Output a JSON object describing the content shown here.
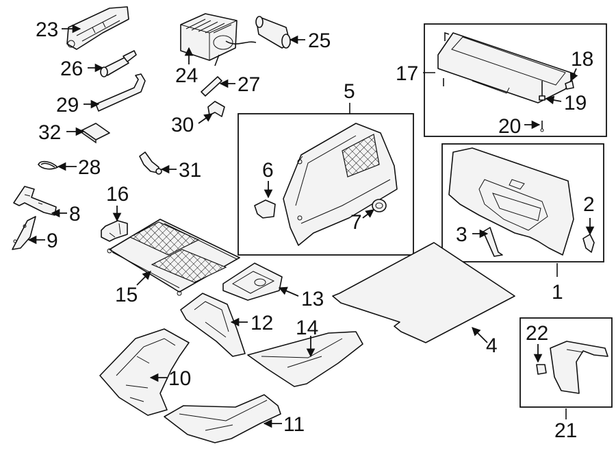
{
  "labels": {
    "l1": "1",
    "l2": "2",
    "l3": "3",
    "l4": "4",
    "l5": "5",
    "l6": "6",
    "l7": "7",
    "l8": "8",
    "l9": "9",
    "l10": "10",
    "l11": "11",
    "l12": "12",
    "l13": "13",
    "l14": "14",
    "l15": "15",
    "l16": "16",
    "l17": "17",
    "l18": "18",
    "l19": "19",
    "l20": "20",
    "l21": "21",
    "l22": "22",
    "l23": "23",
    "l24": "24",
    "l25": "25",
    "l26": "26",
    "l27": "27",
    "l28": "28",
    "l29": "29",
    "l30": "30",
    "l31": "31",
    "l32": "32"
  }
}
